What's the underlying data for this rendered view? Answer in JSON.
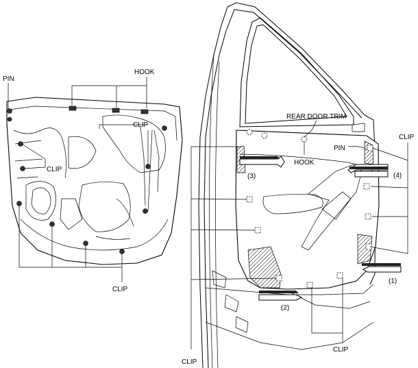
{
  "labels": {
    "pin_left": "PIN",
    "hook_left": "HOOK",
    "clip_left_upper": "CLIP",
    "clip_left_mid": "CLIP",
    "clip_left_bottom": "CLIP",
    "rear_door_trim": "REAR DOOR TRIM",
    "clip_right_top": "CLIP",
    "pin_right": "PIN",
    "hook_right": "HOOK",
    "step1": "(1)",
    "step2": "(2)",
    "step3": "(3)",
    "step4": "(4)",
    "clip_right_bottom": "CLIP",
    "clip_bottom_left": "CLIP"
  }
}
